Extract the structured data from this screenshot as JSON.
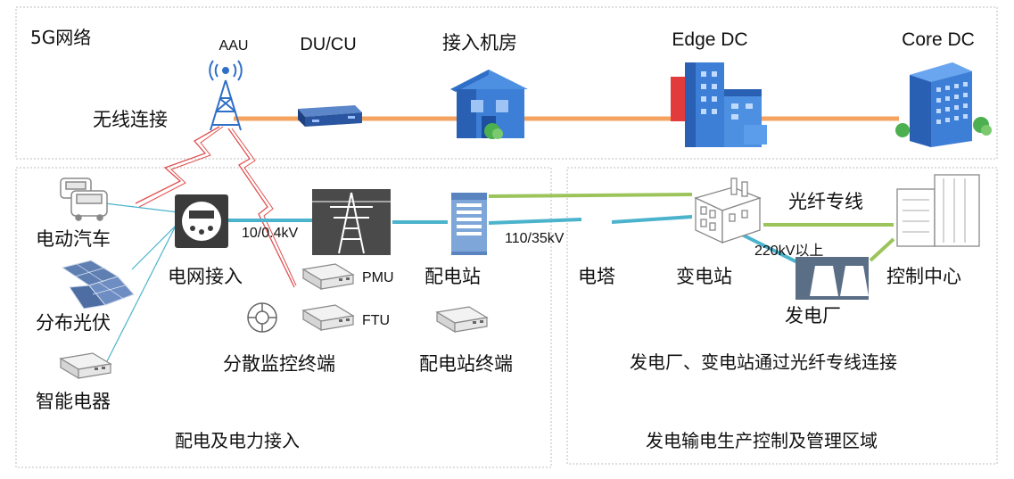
{
  "top_region": {
    "title": "5G网络",
    "aau": "AAU",
    "du_cu": "DU/CU",
    "access_room": "接入机房",
    "edge_dc": "Edge DC",
    "core_dc": "Core DC",
    "wireless": "无线连接"
  },
  "left_region": {
    "ev": "电动汽车",
    "pv": "分布光伏",
    "appliance": "智能电器",
    "grid_access": "电网接入",
    "voltage_low": "10/0.4kV",
    "pmu": "PMU",
    "ftu": "FTU",
    "monitor_terminal": "分散监控终端",
    "substation_dist": "配电站",
    "dist_terminal": "配电站终端",
    "title": "配电及电力接入"
  },
  "right_region": {
    "voltage_mid": "110/35kV",
    "tower": "电塔",
    "substation": "变电站",
    "fiber_line": "光纤专线",
    "voltage_high": "220kV以上",
    "power_plant": "发电厂",
    "control_center": "控制中心",
    "note": "发电厂、变电站通过光纤专线连接",
    "title": "发电输电生产控制及管理区域"
  },
  "colors": {
    "fiber_orange": "#F4A460",
    "link_blue": "#4BB3CC",
    "fiber_green": "#9CC45A",
    "radio_red": "#E05050",
    "building_blue": "#2F6FC7"
  }
}
